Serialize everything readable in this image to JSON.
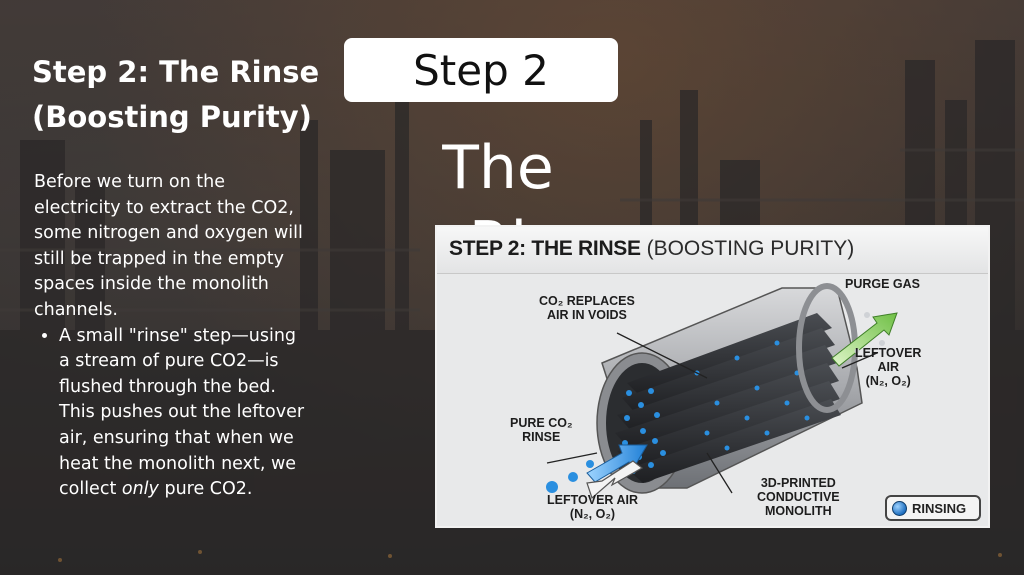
{
  "slide": {
    "title": "Step 2: The Rinse (Boosting Purity)",
    "paragraph": "Before we turn on the electricity to extract the CO2, some nitrogen and oxygen will still be trapped in the empty spaces inside the monolith channels.",
    "bullet_before_emphasis": "A small \"rinse\" step—using a stream of pure CO2—is flushed through the bed. This pushes out the leftover air, ensuring that when we heat the monolith next, we collect ",
    "bullet_emphasis": "only",
    "bullet_after_emphasis": " pure CO2.",
    "step_box_label": "Step 2",
    "big_word": "The Ri"
  },
  "figure": {
    "title_bold": "STEP 2: THE RINSE",
    "title_sub": "(BOOSTING PURITY)",
    "labels": {
      "co2_replaces_line1": "CO₂ REPLACES",
      "co2_replaces_line2": "AIR IN VOIDS",
      "purge_gas": "PURGE GAS",
      "leftover_air_right_line1": "LEFTOVER",
      "leftover_air_right_line2": "AIR",
      "leftover_air_right_line3": "(N₂, O₂)",
      "pure_co2_line1": "PURE CO₂",
      "pure_co2_line2": "RINSE",
      "leftover_air_bottom_line1": "LEFTOVER AIR",
      "leftover_air_bottom_line2": "(N₂, O₂)",
      "monolith_line1": "3D-PRINTED",
      "monolith_line2": "CONDUCTIVE",
      "monolith_line3": "MONOLITH"
    },
    "badge": "RINSING",
    "colors": {
      "co2_blue": "#2a8fe0",
      "purge_green": "#8fd16a",
      "monolith_dark": "#2a2c30"
    }
  }
}
